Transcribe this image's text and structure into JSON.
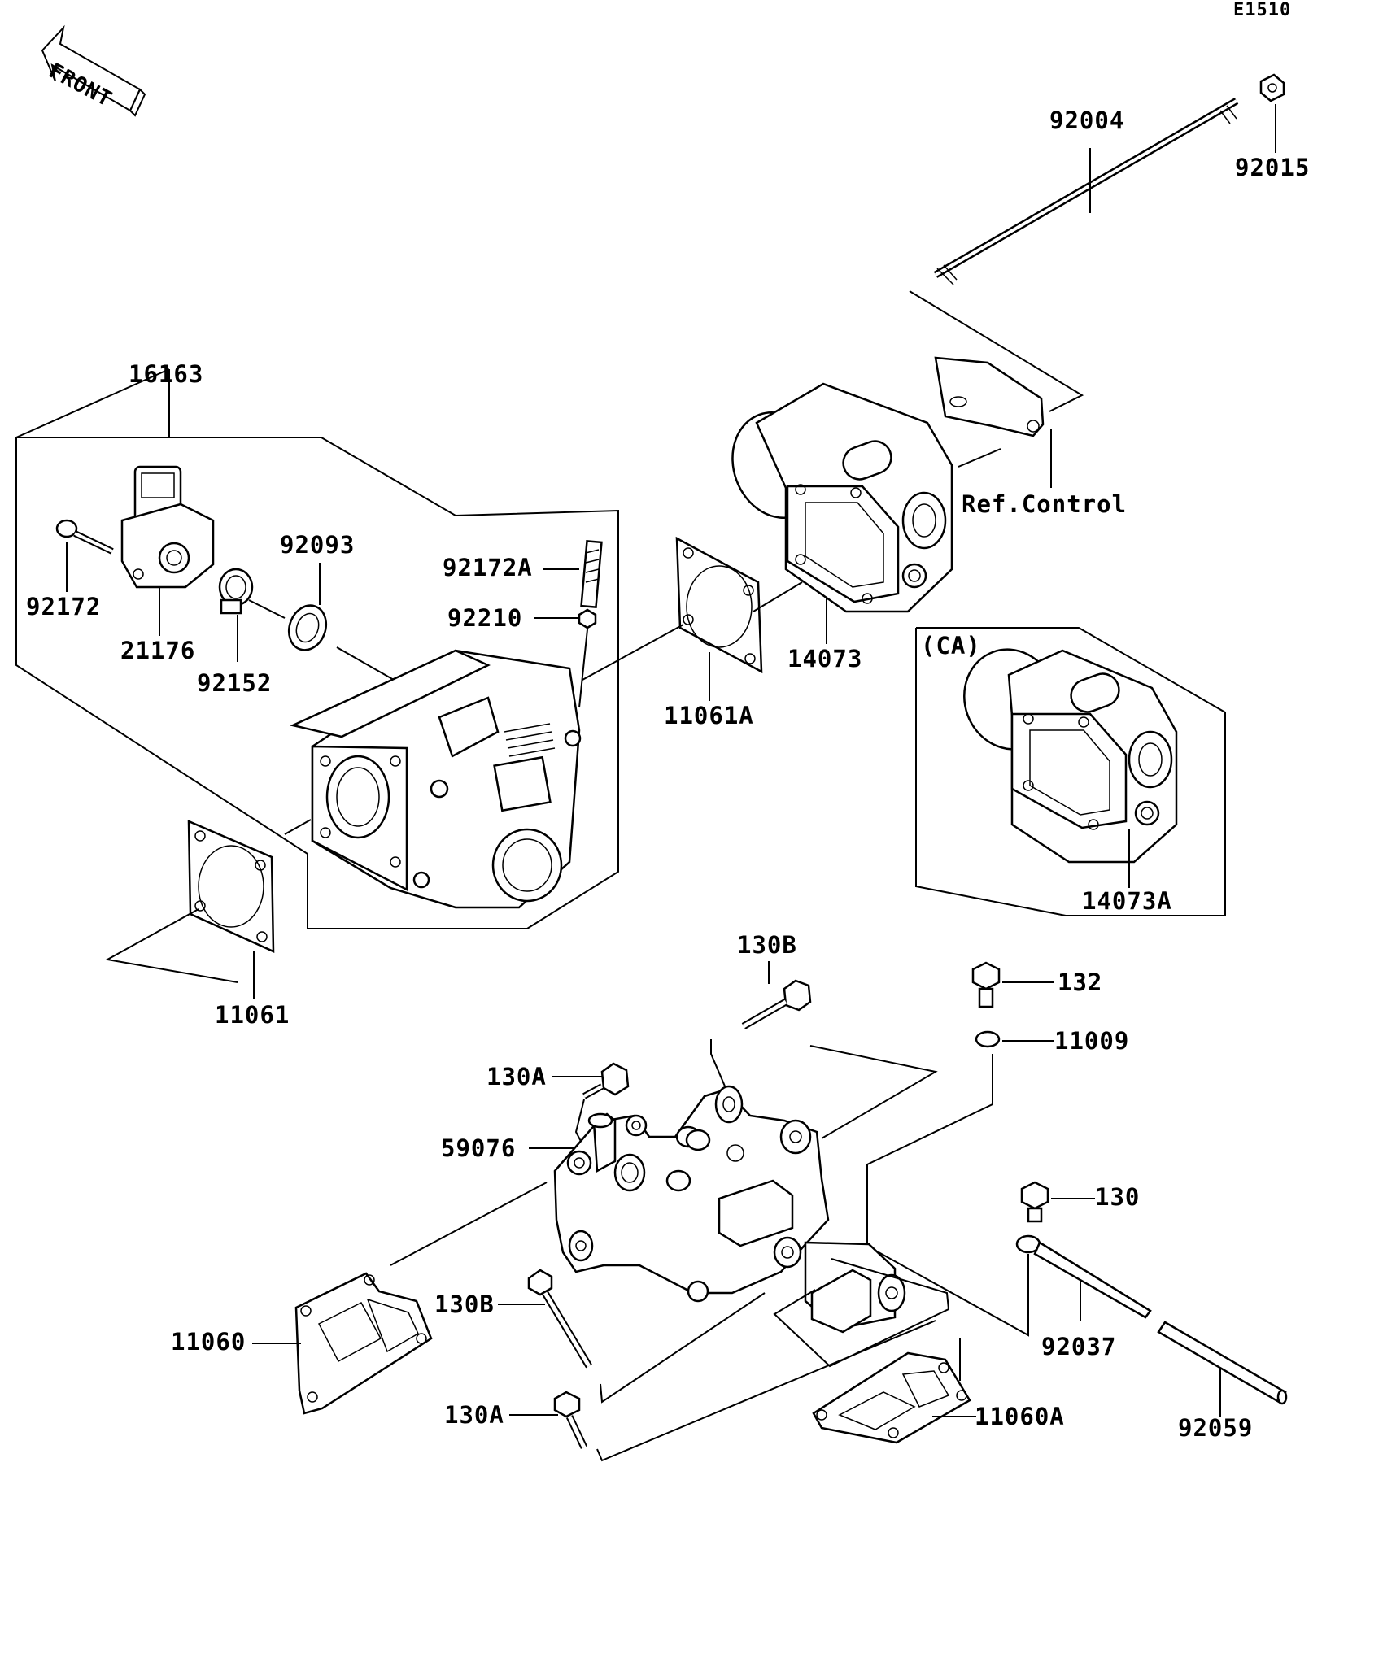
{
  "diagram_code": "E1510",
  "front_arrow": "FRONT",
  "ref_note": "Ref.Control",
  "ca_note": "(CA)",
  "parts": {
    "p92004": "92004",
    "p92015": "92015",
    "p16163": "16163",
    "p92093": "92093",
    "p92172A": "92172A",
    "p92210": "92210",
    "p92172": "92172",
    "p21176": "21176",
    "p92152": "92152",
    "p11061A": "11061A",
    "p14073": "14073",
    "p14073A": "14073A",
    "p11061": "11061",
    "p130B_top": "130B",
    "p132": "132",
    "p11009": "11009",
    "p130A_top": "130A",
    "p59076": "59076",
    "p130": "130",
    "p130B_bot": "130B",
    "p11060": "11060",
    "p92037": "92037",
    "p130A_bot": "130A",
    "p11060A": "11060A",
    "p92059": "92059"
  }
}
